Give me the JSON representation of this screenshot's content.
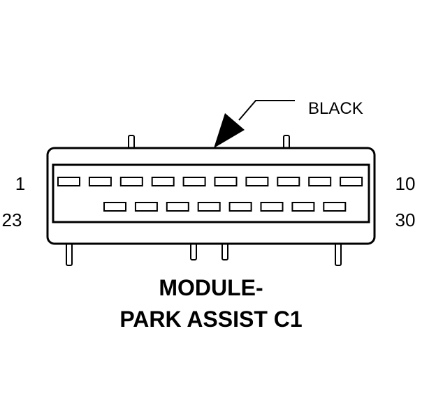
{
  "connector": {
    "color_label": "BLACK",
    "pin_labels": {
      "row1_start": "1",
      "row1_end": "10",
      "row2_start": "23",
      "row2_end": "30"
    },
    "title_line1": "MODULE-",
    "title_line2": "PARK ASSIST C1",
    "row1_cavity_count": 10,
    "row2_cavity_count": 8
  },
  "colors": {
    "ink": "#000000",
    "background": "#ffffff"
  }
}
